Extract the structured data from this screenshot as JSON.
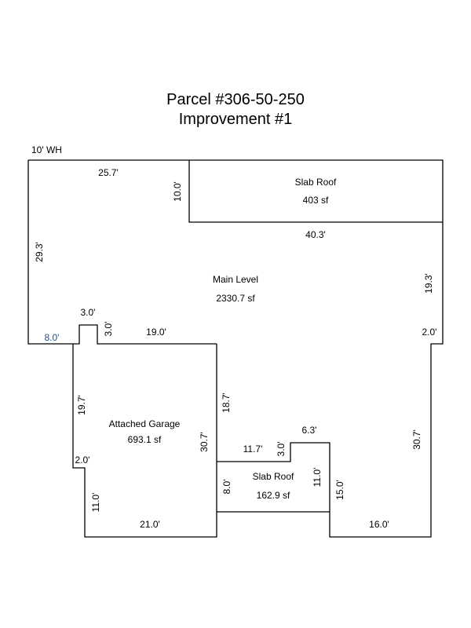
{
  "title": {
    "line1": "Parcel #306-50-250",
    "line2": "Improvement #1"
  },
  "areas": {
    "slab_roof_top": {
      "name": "Slab Roof",
      "area": "403 sf"
    },
    "main_level": {
      "name": "Main Level",
      "area": "2330.7 sf"
    },
    "attached_garage": {
      "name": "Attached Garage",
      "area": "693.1 sf"
    },
    "slab_roof_bottom": {
      "name": "Slab Roof",
      "area": "162.9 sf"
    }
  },
  "dimensions": {
    "wh": "10' WH",
    "top_left_width": "25.7'",
    "slab_top_height": "10.0'",
    "slab_top_width": "40.3'",
    "left_height": "29.3'",
    "right_upper_height": "19.3'",
    "notch_width": "3.0'",
    "notch_height": "3.0'",
    "left_step": "8.0'",
    "garage_top": "19.0'",
    "right_step": "2.0'",
    "garage_left_upper": "19.7'",
    "garage_right_upper": "18.7'",
    "garage_height": "30.7'",
    "garage_step": "2.0'",
    "garage_left_lower": "11.0'",
    "garage_bottom": "21.0'",
    "slab_bottom_top": "11.7'",
    "slab_bottom_notch": "3.0'",
    "slab_bottom_right_top": "6.3'",
    "slab_bottom_left": "8.0'",
    "slab_bottom_right": "11.0'",
    "lower_right_inner": "15.0'",
    "lower_right_height": "30.7'",
    "lower_right_bottom": "16.0'"
  }
}
